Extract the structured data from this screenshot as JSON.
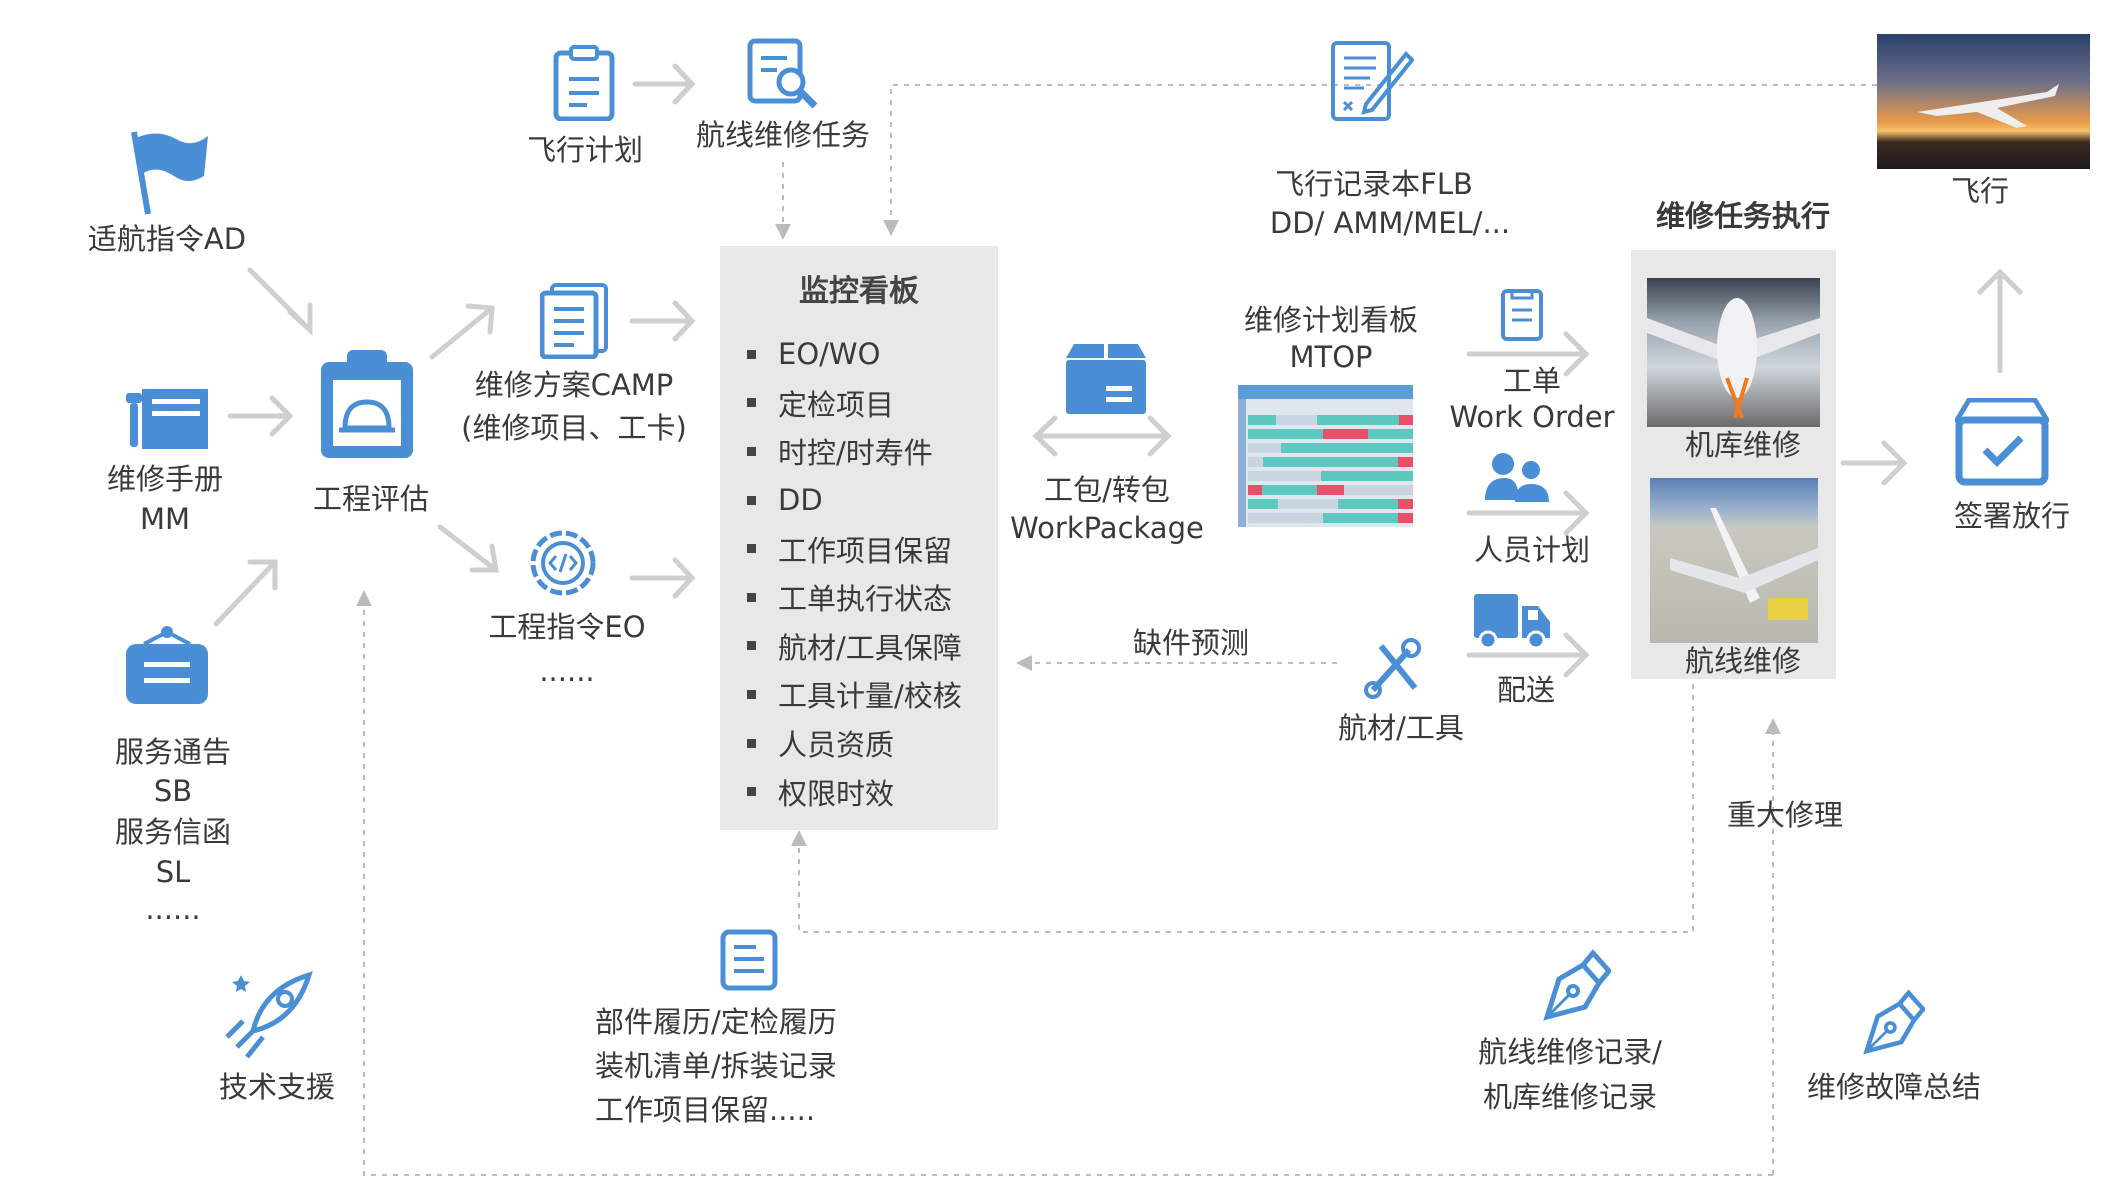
{
  "colors": {
    "accent": "#4a8fd6",
    "arrow": "#cfcfcf",
    "panel": "#e8e8e8",
    "text": "#3a3a3a"
  },
  "inputs": {
    "ad": "适航指令AD",
    "mm": [
      "维修手册",
      "MM"
    ],
    "sb": [
      "服务通告",
      "SB",
      "服务信函",
      "SL",
      "......"
    ]
  },
  "engineering": {
    "label": "工程评估"
  },
  "camp": [
    "维修方案CAMP",
    "(维修项目、工卡)"
  ],
  "eo": [
    "工程指令EO",
    "......"
  ],
  "top": {
    "flight_plan": "飞行计划",
    "line_task": "航线维修任务",
    "flb": [
      "飞行记录本FLB",
      "DD/ AMM/MEL/..."
    ],
    "flight": "飞行"
  },
  "monitor": {
    "title": "监控看板",
    "items": [
      "EO/WO",
      "定检项目",
      "时控/时寿件",
      "DD",
      "工作项目保留",
      "工单执行状态",
      "航材/工具保障",
      "工具计量/校核",
      "人员资质",
      "权限时效"
    ]
  },
  "workpackage": [
    "工包/转包",
    "WorkPackage"
  ],
  "mtop": [
    "维修计划看板",
    "MTOP"
  ],
  "work_order": [
    "工单",
    "Work Order"
  ],
  "staff_plan": "人员计划",
  "delivery": "配送",
  "materials": "航材/工具",
  "shortage": "缺件预测",
  "execution": {
    "title": "维修任务执行",
    "hangar": "机库维修",
    "line": "航线维修"
  },
  "release": "签署放行",
  "major_repair": "重大修理",
  "tech_support": "技术支援",
  "records": [
    "部件履历/定检履历",
    "装机清单/拆装记录",
    "工作项目保留....."
  ],
  "maint_records": [
    "航线维修记录/",
    "机库维修记录"
  ],
  "fault_summary": "维修故障总结"
}
